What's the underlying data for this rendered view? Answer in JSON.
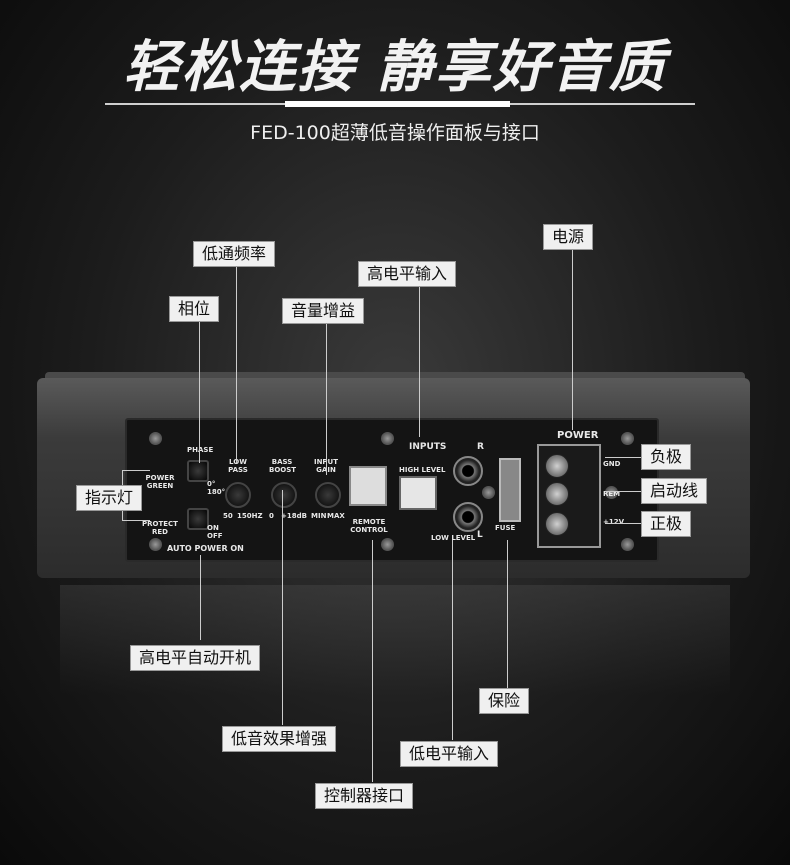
{
  "header": {
    "title": "轻松连接 静享好音质",
    "subtitle": "FED-100超薄低音操作面板与接口"
  },
  "callouts": {
    "power": "电源",
    "high_level_input": "高电平输入",
    "low_pass": "低通频率",
    "input_gain": "音量增益",
    "phase": "相位",
    "indicator": "指示灯",
    "negative": "负极",
    "remote_line": "启动线",
    "positive": "正极",
    "auto_power_on": "高电平自动开机",
    "fuse": "保险",
    "bass_boost": "低音效果增强",
    "low_level_input": "低电平输入",
    "remote_control_port": "控制器接口"
  },
  "panel": {
    "phase": "PHASE",
    "low_pass": "LOW PASS",
    "bass_boost": "BASS BOOST",
    "input_gain": "INPUT GAIN",
    "inputs": "INPUTS",
    "inputs_r": "R",
    "high_level": "HIGH LEVEL",
    "low_level": "LOW LEVEL",
    "low_level_l": "L",
    "power": "POWER",
    "gnd": "GND",
    "rem": "REM",
    "plus12v": "+12V",
    "power_green": "POWER GREEN",
    "protect_red": "PROTECT RED",
    "phase_0": "0°",
    "phase_180": "180°",
    "on": "ON",
    "off": "OFF",
    "lp_min": "50",
    "lp_max": "150HZ",
    "bb_min": "0",
    "bb_max": "+18dB",
    "gain_min": "MIN",
    "gain_max": "MAX",
    "remote_control": "REMOTE CONTROL",
    "fuse": "FUSE",
    "auto_power_on": "AUTO POWER ON"
  }
}
